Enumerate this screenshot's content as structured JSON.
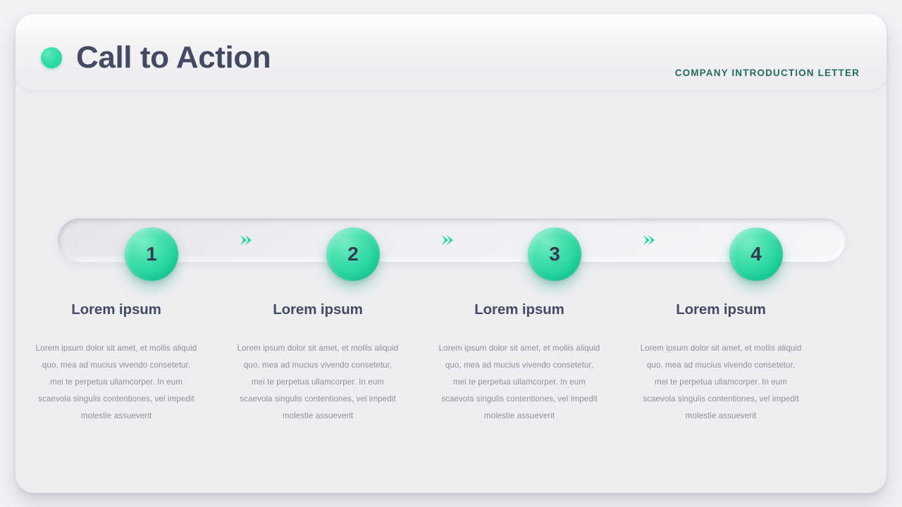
{
  "header": {
    "title": "Call to Action",
    "eyebrow": "COMPANY  INTRODUCTION  LETTER",
    "dot_icon": "bullet-dot-icon"
  },
  "colors": {
    "accent_green": "#22d29a",
    "accent_green_light": "#63e6bb",
    "accent_green_dark": "#12c295",
    "title_slate": "#444a62",
    "eyebrow_teal": "#226b57",
    "body_gray": "#8d8f9b",
    "slide_bg": "#eeeef1",
    "page_bg": "#f2f2f5"
  },
  "stepper": {
    "arrow_icon": "chevron-right-icon",
    "steps": [
      {
        "number": "1",
        "title": "Lorem ipsum",
        "body": "Lorem  ipsum dolor sit amet, et mollis aliquid quo, mea ad mucius vivendo consetetur, mei te  perpetua ullamcorper. In eum  scaevola singulis contentiones, vel impedit molestie assueverit"
      },
      {
        "number": "2",
        "title": "Lorem ipsum",
        "body": "Lorem  ipsum dolor sit amet, et mollis aliquid quo, mea ad mucius vivendo consetetur, mei te  perpetua ullamcorper. In eum  scaevola singulis contentiones, vel impedit molestie assueverit"
      },
      {
        "number": "3",
        "title": "Lorem ipsum",
        "body": "Lorem  ipsum dolor sit amet, et mollis aliquid quo, mea ad mucius vivendo consetetur, mei te  perpetua ullamcorper. In eum  scaevola singulis contentiones, vel impedit molestie assueverit"
      },
      {
        "number": "4",
        "title": "Lorem ipsum",
        "body": "Lorem  ipsum dolor sit amet, et mollis aliquid quo, mea ad mucius vivendo consetetur, mei te  perpetua ullamcorper. In eum  scaevola singulis contentiones, vel impedit molestie assueverit"
      }
    ]
  }
}
